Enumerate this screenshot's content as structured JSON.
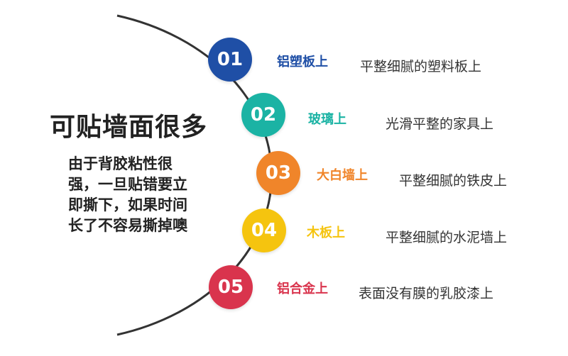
{
  "title": "可贴墙面很多",
  "description_lines": [
    "由于背胶粘性很",
    "强，一旦贴错要立",
    "即撕下，如果时间",
    "长了不容易撕掉噢"
  ],
  "items": [
    {
      "number": "01",
      "label": "铝塑板上",
      "detail": "平整细腻的塑料板上",
      "color": "#1f4fa6"
    },
    {
      "number": "02",
      "label": "玻璃上",
      "detail": "光滑平整的家具上",
      "color": "#1bb3a4"
    },
    {
      "number": "03",
      "label": "大白墙上",
      "detail": "平整细腻的铁皮上",
      "color": "#f0852a"
    },
    {
      "number": "04",
      "label": "木板上",
      "detail": "平整细腻的水泥墙上",
      "color": "#f5c40f"
    },
    {
      "number": "05",
      "label": "铝合金上",
      "detail": "表面没有膜的乳胶漆上",
      "color": "#d9344d"
    }
  ]
}
